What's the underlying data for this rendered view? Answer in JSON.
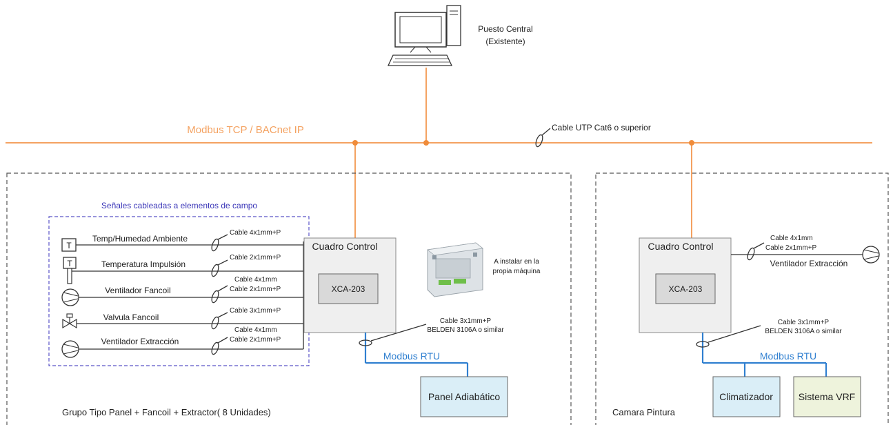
{
  "pc": {
    "title": "Puesto Central",
    "subtitle": "(Existente)"
  },
  "bus": {
    "label": "Modbus TCP / BACnet IP",
    "cable": "Cable UTP Cat6 o superior"
  },
  "group1": {
    "footer": "Grupo Tipo Panel + Fancoil + Extractor( 8 Unidades)",
    "wired_title": "Señales cableadas a elementos de campo",
    "signals": [
      {
        "label": "Temp/Humedad Ambiente",
        "cable1": "Cable 4x1mm+P",
        "cable2": ""
      },
      {
        "label": "Temperatura Impulsión",
        "cable1": "Cable 2x1mm+P",
        "cable2": ""
      },
      {
        "label": "Ventilador Fancoil",
        "cable1": "Cable 4x1mm",
        "cable2": "Cable 2x1mm+P"
      },
      {
        "label": "Valvula Fancoil",
        "cable1": "Cable 3x1mm+P",
        "cable2": ""
      },
      {
        "label": "Ventilador Extracción",
        "cable1": "Cable 4x1mm",
        "cable2": "Cable 2x1mm+P"
      }
    ],
    "sensor_letter": "T",
    "control_title": "Cuadro Control",
    "controller": "XCA-203",
    "install_note_1": "A instalar en la",
    "install_note_2": "propia máquina",
    "rtu_cable_1": "Cable 3x1mm+P",
    "rtu_cable_2": "BELDEN 3106A o similar",
    "rtu_label": "Modbus RTU",
    "device": "Panel Adiabático"
  },
  "group2": {
    "footer": "Camara Pintura",
    "control_title": "Cuadro Control",
    "controller": "XCA-203",
    "fan_cable_1": "Cable 4x1mm",
    "fan_cable_2": "Cable 2x1mm+P",
    "fan_label": "Ventilador Extracción",
    "rtu_cable_1": "Cable 3x1mm+P",
    "rtu_cable_2": "BELDEN 3106A o similar",
    "rtu_label": "Modbus RTU",
    "device_1": "Climatizador",
    "device_2": "Sistema VRF"
  },
  "colors": {
    "bus": "#f4a261",
    "rtu": "#2f7fd0",
    "control_box": "#efefef",
    "controller_box": "#d9d9d9",
    "device_blue": "#daeef7",
    "device_green": "#eef3dc"
  },
  "icons": [
    "desktop-computer-icon",
    "sensor-icon",
    "fan-icon",
    "valve-icon",
    "controller-module-icon",
    "cable-gland-icon"
  ]
}
